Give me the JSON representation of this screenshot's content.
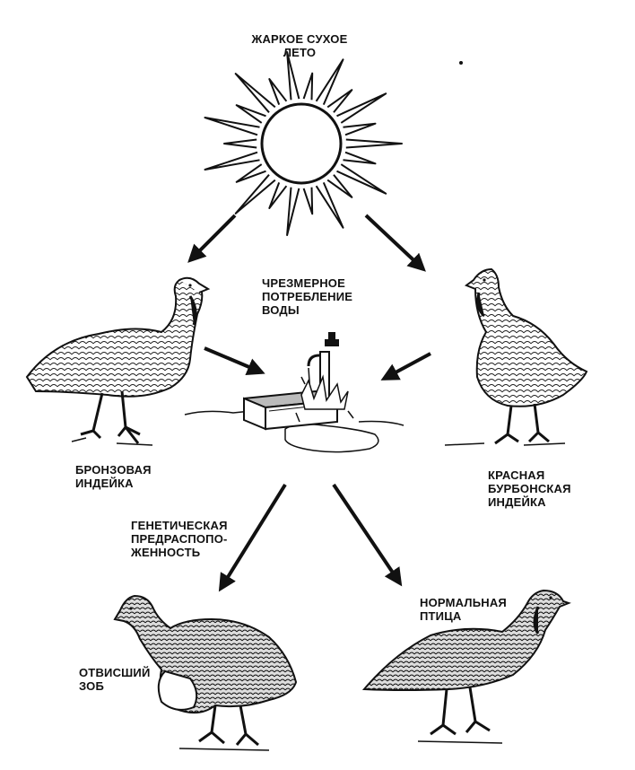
{
  "labels": {
    "sun": [
      "ЖАРКОЕ СУХОЕ",
      "ЛЕТО"
    ],
    "water": [
      "ЧРЕЗМЕРНОЕ",
      "ПОТРЕБЛЕНИЕ",
      "ВОДЫ"
    ],
    "bronze": [
      "БРОНЗОВАЯ",
      "ИНДЕЙКА"
    ],
    "bourbon": [
      "КРАСНАЯ",
      "БУРБОНСКАЯ",
      "ИНДЕЙКА"
    ],
    "genetic": [
      "ГЕНЕТИЧЕСКАЯ",
      "ПРЕДРАСПОПО-",
      "ЖЕННОСТЬ"
    ],
    "normal": [
      "НОРМАЛЬНАЯ",
      "ПТИЦА"
    ],
    "crop": [
      "ОТВИСШИЙ",
      "ЗОБ"
    ]
  },
  "colors": {
    "ink": "#111111",
    "paper": "#ffffff",
    "shade": "#8a8a8a"
  },
  "icons": [
    "sun-icon",
    "turkey-icon",
    "water-tap-icon",
    "trough-icon",
    "arrow-icon"
  ]
}
